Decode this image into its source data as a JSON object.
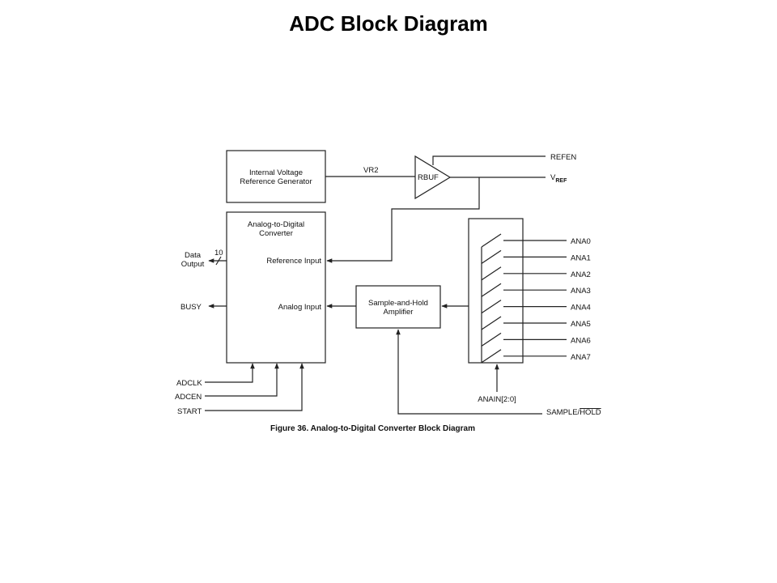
{
  "slide": {
    "title": "ADC Block Diagram"
  },
  "figure": {
    "caption": "Figure 36. Analog-to-Digital Converter Block Diagram"
  },
  "blocks": {
    "vref_gen": {
      "line1": "Internal Voltage",
      "line2": "Reference Generator"
    },
    "adc": {
      "line1": "Analog-to-Digital",
      "line2": "Converter",
      "ref_input": "Reference Input",
      "analog_input": "Analog Input"
    },
    "rbuf": {
      "label": "RBUF"
    },
    "sample_hold": {
      "line1": "Sample-and-Hold",
      "line2": "Amplifier"
    }
  },
  "signals": {
    "vr2": "VR2",
    "refen": "REFEN",
    "vref_main": "V",
    "vref_sub": "REF",
    "data_output_1": "Data",
    "data_output_2": "Output",
    "bus_width": "10",
    "busy": "BUSY",
    "adclk": "ADCLK",
    "adcen": "ADCEN",
    "start": "START",
    "anain": "ANAIN[2:0]",
    "sample": "SAMPLE/",
    "hold": "HOLD"
  },
  "analog_channels": [
    "ANA0",
    "ANA1",
    "ANA2",
    "ANA3",
    "ANA4",
    "ANA5",
    "ANA6",
    "ANA7"
  ]
}
